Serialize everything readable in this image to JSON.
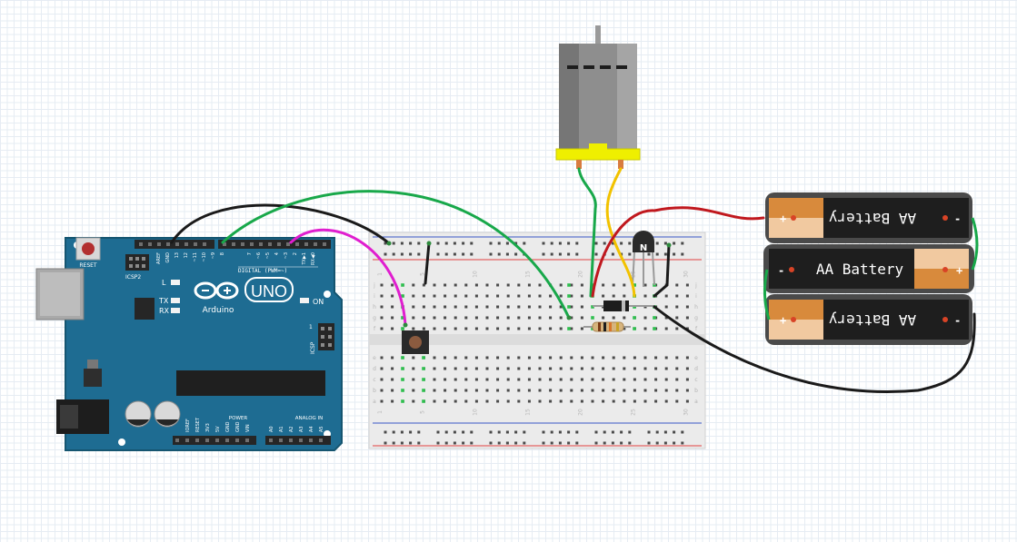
{
  "arduino": {
    "brand": "Arduino",
    "model": "UNO",
    "reset_label": "RESET",
    "icsp2_label": "ICSP2",
    "icsp_label": "ICSP",
    "led_l": "L",
    "led_tx": "TX",
    "led_rx": "RX",
    "led_on": "ON",
    "digital_label": "DIGITAL (PWM=~)",
    "power_label": "POWER",
    "analog_label": "ANALOG IN",
    "header_top_labels": [
      "AREF",
      "GND",
      "13",
      "12",
      "~11",
      "~10",
      "~9",
      "8",
      "7",
      "~6",
      "~5",
      "4",
      "~3",
      "2",
      "TX▶1",
      "RX◀0"
    ],
    "power_pins": [
      "IOREF",
      "RESET",
      "3V3",
      "5V",
      "GND",
      "GND",
      "VIN"
    ],
    "analog_pins": [
      "A0",
      "A1",
      "A2",
      "A3",
      "A4",
      "A5"
    ]
  },
  "breadboard": {
    "row_letters_top": [
      "j",
      "i",
      "h",
      "g",
      "f"
    ],
    "row_letters_bottom": [
      "e",
      "d",
      "c",
      "b",
      "a"
    ],
    "column_numbers": [
      "1",
      "5",
      "10",
      "15",
      "20",
      "25",
      "30"
    ]
  },
  "transistor": {
    "label": "N"
  },
  "batteries": [
    {
      "label": "AA Battery",
      "plus": "+",
      "minus": "-"
    },
    {
      "label": "AA Battery",
      "plus": "+",
      "minus": "-"
    },
    {
      "label": "AA Battery",
      "plus": "+",
      "minus": "-"
    }
  ],
  "colors": {
    "board": "#1e6c92",
    "wire_black": "#1a1a1a",
    "wire_green": "#18a84a",
    "wire_magenta": "#e01ecf",
    "wire_red": "#c0181e",
    "wire_yellow": "#f2c200",
    "rail_red": "#e14141",
    "rail_blue": "#3a57c7"
  }
}
